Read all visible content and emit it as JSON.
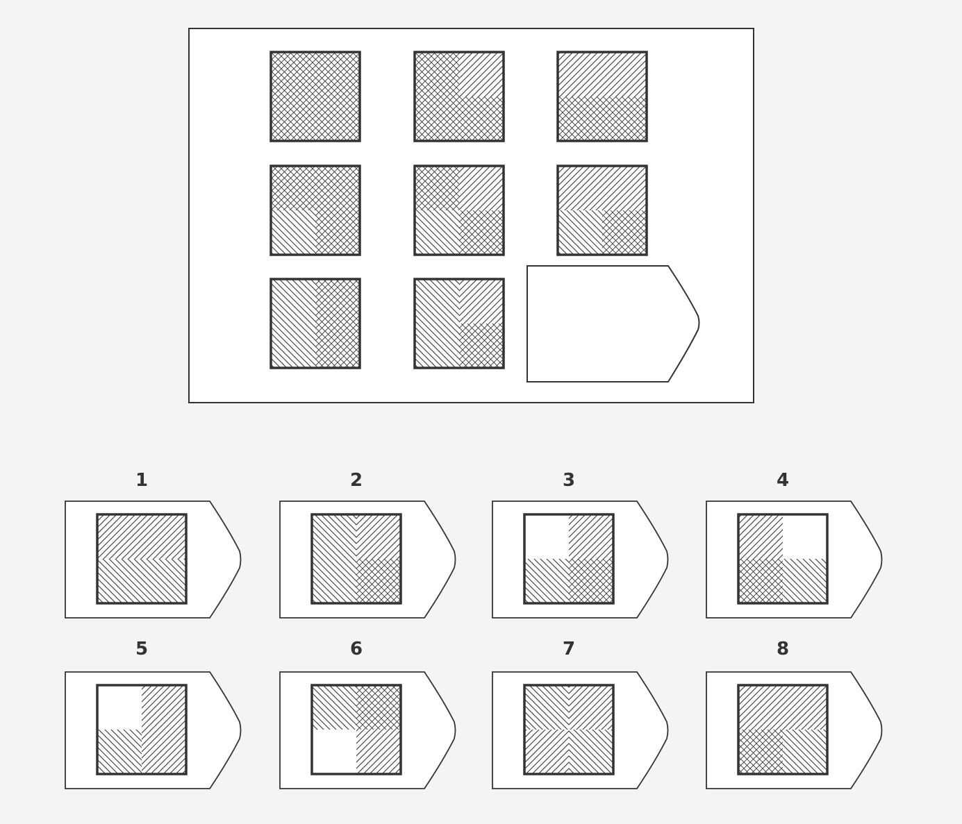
{
  "colors": {
    "background": "#f4f4f4",
    "ink": "#333333",
    "panel": "#ffffff"
  },
  "matrix": {
    "cells": [
      {
        "row": 1,
        "col": 1,
        "TL": "cross",
        "TR": "cross",
        "BL": "cross",
        "BR": "cross"
      },
      {
        "row": 1,
        "col": 2,
        "TL": "cross",
        "TR": "diag-right",
        "BL": "cross",
        "BR": "cross"
      },
      {
        "row": 1,
        "col": 3,
        "TL": "diag-right",
        "TR": "diag-right",
        "BL": "cross",
        "BR": "cross"
      },
      {
        "row": 2,
        "col": 1,
        "TL": "cross",
        "TR": "cross",
        "BL": "diag-left",
        "BR": "cross"
      },
      {
        "row": 2,
        "col": 2,
        "TL": "cross",
        "TR": "diag-right",
        "BL": "diag-left",
        "BR": "cross"
      },
      {
        "row": 2,
        "col": 3,
        "TL": "diag-right",
        "TR": "diag-right",
        "BL": "diag-left",
        "BR": "cross"
      },
      {
        "row": 3,
        "col": 1,
        "TL": "diag-left",
        "TR": "cross",
        "BL": "diag-left",
        "BR": "cross"
      },
      {
        "row": 3,
        "col": 2,
        "TL": "diag-left",
        "TR": "diag-right",
        "BL": "diag-left",
        "BR": "cross"
      }
    ],
    "missing_cell": {
      "row": 3,
      "col": 3
    }
  },
  "options": [
    {
      "label": "1",
      "TL": "diag-right",
      "TR": "diag-right",
      "BL": "diag-left",
      "BR": "diag-left"
    },
    {
      "label": "2",
      "TL": "diag-left",
      "TR": "diag-right",
      "BL": "diag-left",
      "BR": "cross"
    },
    {
      "label": "3",
      "TL": "none",
      "TR": "diag-right",
      "BL": "diag-left",
      "BR": "cross"
    },
    {
      "label": "4",
      "TL": "diag-right",
      "TR": "none",
      "BL": "cross",
      "BR": "diag-left"
    },
    {
      "label": "5",
      "TL": "none",
      "TR": "diag-right",
      "BL": "diag-left",
      "BR": "diag-right"
    },
    {
      "label": "6",
      "TL": "diag-left",
      "TR": "cross",
      "BL": "none",
      "BR": "diag-right"
    },
    {
      "label": "7",
      "TL": "diag-left",
      "TR": "diag-right",
      "BL": "diag-right",
      "BR": "diag-left"
    },
    {
      "label": "8",
      "TL": "diag-right",
      "TR": "diag-right",
      "BL": "cross",
      "BR": "diag-left"
    }
  ]
}
